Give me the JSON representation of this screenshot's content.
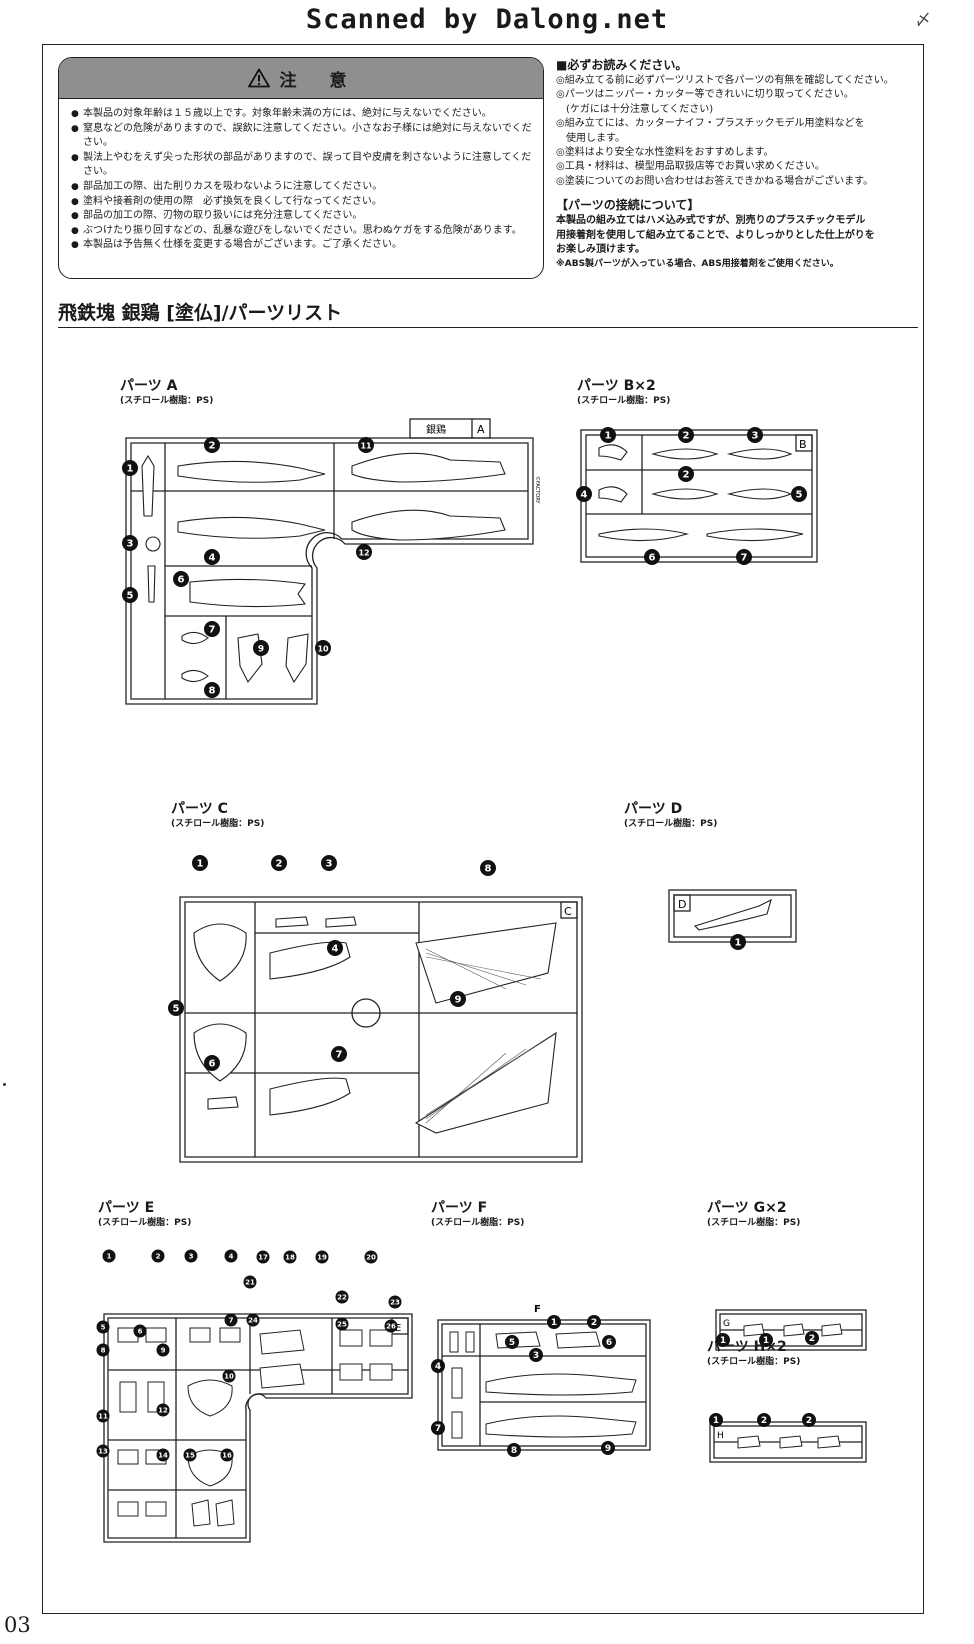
{
  "banner": "Scanned by Dalong.net",
  "corner_mark": "〆",
  "caution": {
    "title": "注　意",
    "items": [
      "本製品の対象年齢は１５歳以上です。対象年齢未満の方には、絶対に与えないでください。",
      "窒息などの危険がありますので、誤飲に注意してください。小さなお子様には絶対に与えないでください。",
      "製法上やむをえず尖った形状の部品がありますので、誤って目や皮膚を刺さないように注意してください。",
      "部品加工の際、出た削りカスを吸わないように注意してください。",
      "塗料や接着剤の使用の際　必ず換気を良くして行なってください。",
      "部品の加工の際、刃物の取り扱いには充分注意してください。",
      "ぶつけたり振り回すなどの、乱暴な遊びをしないでください。思わぬケガをする危険があります。",
      "本製品は予告無く仕様を変更する場合がございます。ご了承ください。"
    ]
  },
  "notice": {
    "heading": "■必ずお読みください。",
    "lines": [
      "◎組み立てる前に必ずパーツリストで各パーツの有無を確認してください。",
      "◎パーツはニッパー・カッター等できれいに切り取ってください。",
      "　(ケガには十分注意してください)",
      "◎組み立てには、カッターナイフ・プラスチックモデル用塗料などを",
      "　使用します。",
      "◎塗料はより安全な水性塗料をおすすめします。",
      "◎工具・材料は、模型用品取扱店等でお買い求めください。",
      "◎塗装についてのお問い合わせはお答えできかねる場合がございます。"
    ],
    "connection_heading": "【パーツの接続について】",
    "connection_lines": [
      "本製品の組み立てはハメ込み式ですが、別売りのプラスチックモデル",
      "用接着剤を使用して組み立てることで、よりしっかりとした仕上がりを",
      "お楽しみ頂けます。"
    ],
    "abs_note": "※ABS製パーツが入っている場合、ABS用接着剤をご使用ください。"
  },
  "page_title": "飛鉄塊 銀鶏 [塗仏]/パーツリスト",
  "material": "(スチロール樹脂：PS)",
  "runners": {
    "A": {
      "label": "パーツ A",
      "letter": "A",
      "tag": "銀鶏",
      "side_text": "©FACTORY"
    },
    "B": {
      "label": "パーツ B×2",
      "letter": "B"
    },
    "C": {
      "label": "パーツ C",
      "letter": "C"
    },
    "D": {
      "label": "パーツ D",
      "letter": "D"
    },
    "E": {
      "label": "パーツ E",
      "letter": "E"
    },
    "F": {
      "label": "パーツ F",
      "letter": "F"
    },
    "G": {
      "label": "パーツ G×2",
      "letter": "G"
    },
    "H": {
      "label": "パーツ H×2",
      "letter": "H"
    }
  },
  "callouts": {
    "A": [
      "1",
      "2",
      "3",
      "4",
      "5",
      "6",
      "7",
      "8",
      "9",
      "10",
      "11",
      "12"
    ],
    "B": [
      "1",
      "2",
      "3",
      "2",
      "4",
      "5",
      "6",
      "7"
    ],
    "C": [
      "1",
      "2",
      "3",
      "4",
      "5",
      "6",
      "7",
      "8",
      "9"
    ],
    "D": [
      "1"
    ],
    "E": [
      "1",
      "2",
      "3",
      "4",
      "5",
      "6",
      "7",
      "8",
      "9",
      "10",
      "11",
      "12",
      "13",
      "14",
      "15",
      "16",
      "17",
      "18",
      "19",
      "20",
      "21",
      "22",
      "23",
      "24",
      "25",
      "26"
    ],
    "F": [
      "1",
      "2",
      "3",
      "4",
      "5",
      "6",
      "7",
      "8",
      "9"
    ],
    "G": [
      "1",
      "1",
      "2"
    ],
    "H": [
      "1",
      "2",
      "2"
    ]
  },
  "page_number": "03"
}
